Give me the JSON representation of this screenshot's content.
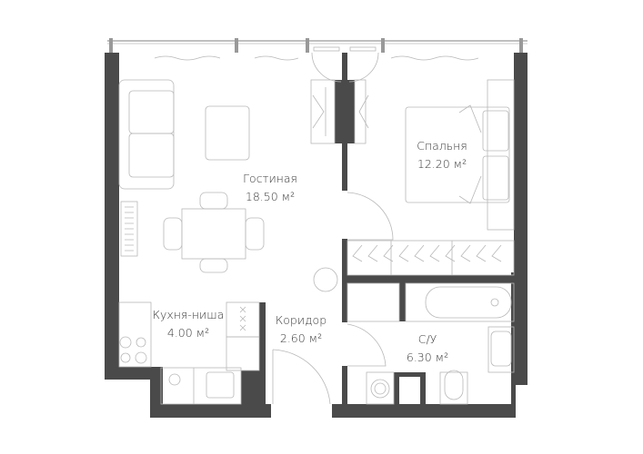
{
  "rooms": [
    {
      "name": "Гостиная",
      "area": "18.50 м²"
    },
    {
      "name": "Спальня",
      "area": "12.20 м²"
    },
    {
      "name": "Кухня-ниша",
      "area": "4.00 м²"
    },
    {
      "name": "Коридор",
      "area": "2.60 м²"
    },
    {
      "name": "С/У",
      "area": "6.30 м²"
    }
  ],
  "colors": {
    "wall": "#4a4a4a",
    "furniture_line": "#b8b8b8",
    "text": "#3a3a3a"
  }
}
